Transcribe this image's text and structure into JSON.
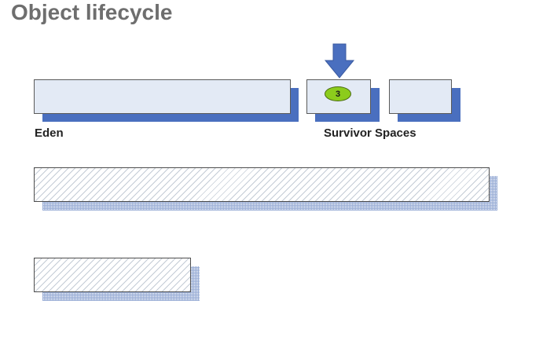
{
  "title": "Object lifecycle",
  "eden": {
    "label": "Eden"
  },
  "survivor": {
    "label": "Survivor Spaces",
    "object_age": "3"
  },
  "colors": {
    "title": "#6e6e6e",
    "box_fill": "#e3eaf5",
    "shadow": "#4a6fbf",
    "object": "#8ccc1c",
    "arrow": "#4a6fbf"
  },
  "icons": {
    "arrow": "down-arrow-icon"
  }
}
